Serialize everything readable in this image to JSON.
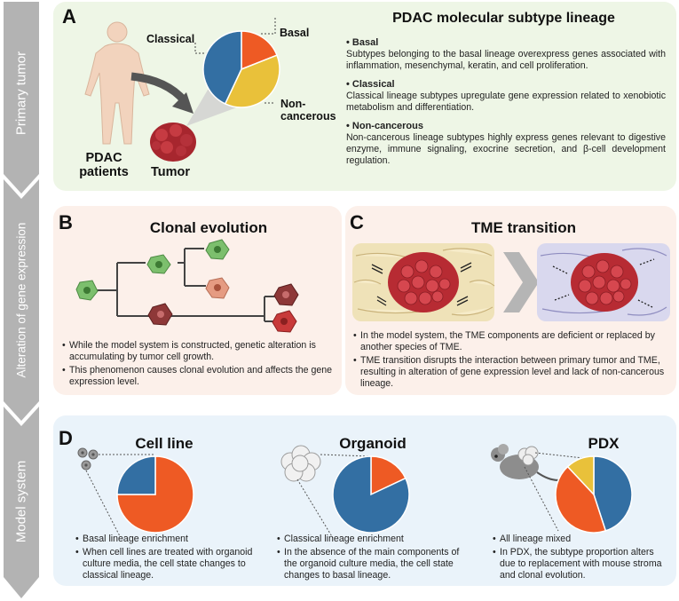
{
  "sidebar": {
    "primary": "Primary tumor",
    "alteration": "Alteration of gene expression",
    "model": "Model system"
  },
  "panel_a": {
    "letter": "A",
    "patients_label": "PDAC\npatients",
    "tumor_label": "Tumor",
    "pie_labels": {
      "classical": "Classical",
      "basal": "Basal",
      "noncancerous": "Non-\ncancerous"
    },
    "title": "PDAC molecular subtype lineage",
    "items": [
      {
        "head": "• Basal",
        "text": "Subtypes belonging to the basal lineage overexpress genes associated with inflammation, mesenchymal, keratin, and cell proliferation."
      },
      {
        "head": "• Classical",
        "text": "Classical lineage subtypes upregulate gene expression related to xenobiotic metabolism and differentiation."
      },
      {
        "head": "• Non-cancerous",
        "text": "Non-cancerous lineage subtypes highly express genes relevant to digestive enzyme, immune signaling, exocrine secretion, and β-cell development regulation."
      }
    ]
  },
  "panel_b": {
    "letter": "B",
    "title": "Clonal evolution",
    "bullets": [
      "While the model system is constructed, genetic alteration is accumulating by tumor cell growth.",
      "This phenomenon causes clonal evolution and affects the gene expression level."
    ]
  },
  "panel_c": {
    "letter": "C",
    "title": "TME transition",
    "bullets": [
      "In the model system, the TME components are deficient or replaced by another species of TME.",
      "TME transition disrupts the interaction between primary tumor and TME, resulting in alteration of gene expression level and lack of non-cancerous lineage."
    ]
  },
  "panel_d": {
    "letter": "D",
    "models": [
      {
        "title": "Cell line",
        "bullets": [
          "Basal lineage enrichment",
          "When cell lines are treated with organoid culture media, the cell state changes to classical lineage."
        ]
      },
      {
        "title": "Organoid",
        "bullets": [
          "Classical lineage enrichment",
          "In the absence of the main components of the organoid culture media, the cell state changes to basal lineage."
        ]
      },
      {
        "title": "PDX",
        "bullets": [
          "All lineage mixed",
          "In PDX, the subtype proportion alters due to replacement with mouse stroma and clonal evolution."
        ]
      }
    ]
  },
  "colors": {
    "classical": "#336fa3",
    "basal": "#ee5a24",
    "noncancerous": "#e9c13a"
  },
  "chart_data": [
    {
      "type": "pie",
      "categories": [
        "Classical",
        "Basal",
        "Non-cancerous"
      ],
      "values": [
        0.43,
        0.19,
        0.38
      ]
    },
    {
      "type": "pie",
      "categories": [
        "Classical",
        "Basal"
      ],
      "values": [
        0.25,
        0.75
      ]
    },
    {
      "type": "pie",
      "categories": [
        "Classical",
        "Basal"
      ],
      "values": [
        0.82,
        0.18
      ]
    },
    {
      "type": "pie",
      "categories": [
        "Classical",
        "Basal",
        "Non-cancerous"
      ],
      "values": [
        0.45,
        0.43,
        0.12
      ]
    }
  ]
}
